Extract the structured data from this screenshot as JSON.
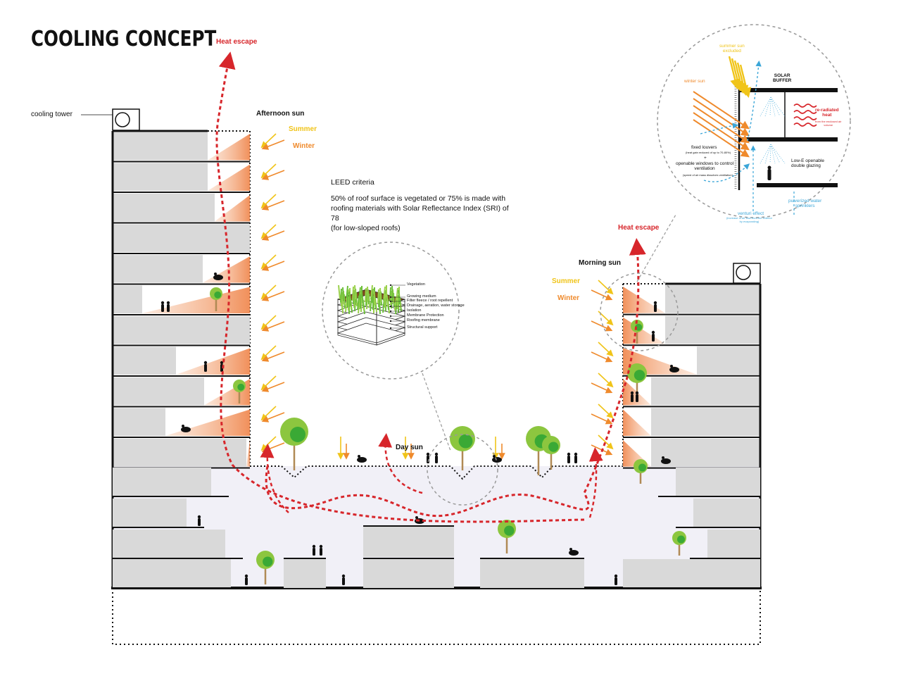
{
  "title": "COOLING CONCEPT",
  "labels": {
    "cooling_tower": "cooling tower",
    "heat_escape_left": "Heat escape",
    "heat_escape_right": "Heat escape",
    "afternoon_sun": "Afternoon sun",
    "morning_sun": "Morning sun",
    "summer_left": "Summer",
    "winter_left": "Winter",
    "summer_right": "Summer",
    "winter_right": "Winter",
    "day_sun": "Day sun"
  },
  "leed": {
    "heading": "LEED criteria",
    "text": "50% of roof surface is vegetated or 75% is made with\nroofing materials with Solar Reflectance Index (SRI) of 78\n(for low-sloped roofs)"
  },
  "green_roof_layers": [
    "Vegetation",
    "Growing medium",
    "Filter fleece / root repellent",
    "Drainage, aeration, water storage",
    "Isolation",
    "Membrane Protection",
    "Roofing membrane",
    "Structural support"
  ],
  "detail": {
    "summer_sun": "summer sun\nexcluded",
    "winter_sun": "winter sun",
    "solar_buffer": "SOLAR\nBUFFER",
    "re_radiated": "re-radiated\nheat",
    "re_radiated_sub": "from the enclosed air\nvolume",
    "fixed_louvers": "fixed louvers",
    "fixed_louvers_sub": "(heat gain reduced of up to 70-80%)",
    "openable": "openable windows to control\nventilation",
    "openable_sub": "(speed of air mass dissolves ventilation)",
    "lowe": "Low-E openable\ndouble glazing",
    "venturi": "venturi effect",
    "venturi_sub": "(increase of air flow from the exterior\nby evaporating)",
    "pulverized": "pulverized water\nsprinklers"
  },
  "colors": {
    "heat": "#d7262b",
    "summer": "#f0c419",
    "winter": "#ef8a2c",
    "air": "#3ba6d8",
    "slab": "#d9d9d9",
    "tree": "#5db843"
  }
}
